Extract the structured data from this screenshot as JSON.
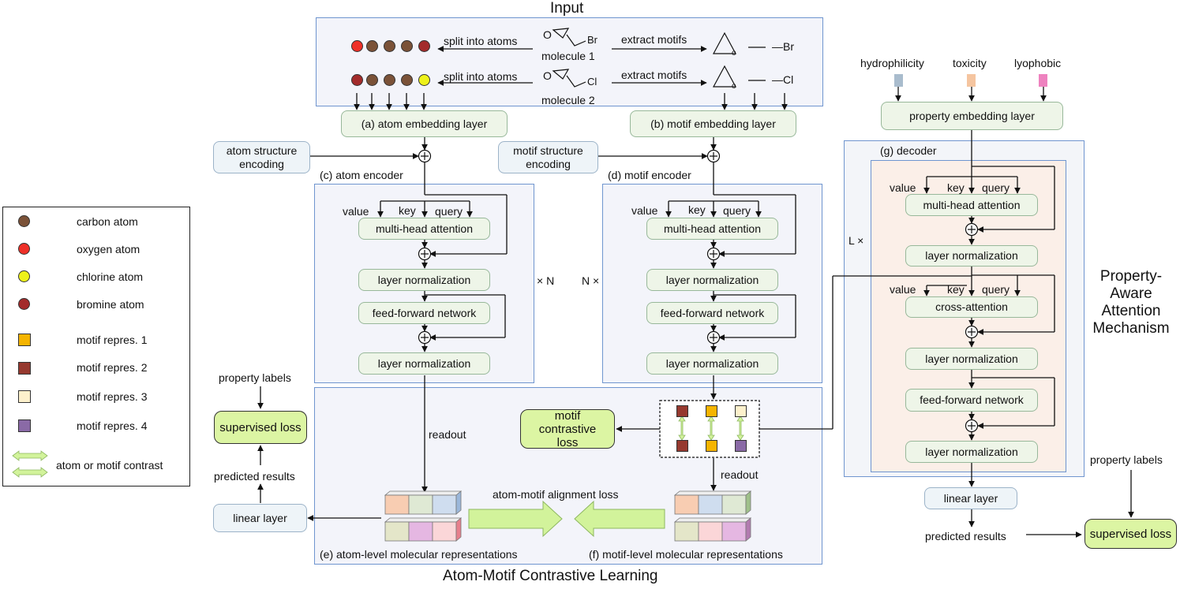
{
  "colors": {
    "carbon": "#7b5238",
    "oxygen": "#ee3028",
    "chlorine": "#eef21a",
    "bromine": "#a32b2b",
    "motif1": "#f5b400",
    "motif2": "#96392f",
    "motif3": "#fdf1cc",
    "motif4": "#8a6aa6",
    "hydrophilicity": "#a9bccd",
    "toxicity": "#f5c5a0",
    "lyophobic": "#ee82bf"
  },
  "input": {
    "title": "Input",
    "split_label": "split into atoms",
    "extract_label": "extract motifs",
    "molecule1": "molecule 1",
    "molecule2": "molecule 2",
    "mol1_o": "O",
    "mol1_x": "Br",
    "mol2_o": "O",
    "mol2_x": "Cl",
    "motif_o": "o",
    "motif1_x": "—Br",
    "motif2_x": "—Cl"
  },
  "embed": {
    "atom": "(a) atom embedding layer",
    "motif": "(b) motif embedding layer",
    "atom_struct": "atom structure encoding",
    "motif_struct": "motif structure encoding"
  },
  "atom_encoder": {
    "title": "(c) atom encoder",
    "value": "value",
    "key": "key",
    "query": "query",
    "mha": "multi-head attention",
    "ln1": "layer normalization",
    "ffn": "feed-forward network",
    "ln2": "layer normalization",
    "repeat": "× N"
  },
  "motif_encoder": {
    "title": "(d) motif encoder",
    "value": "value",
    "key": "key",
    "query": "query",
    "mha": "multi-head attention",
    "ln1": "layer normalization",
    "ffn": "feed-forward network",
    "ln2": "layer normalization",
    "repeat": "N ×"
  },
  "legend": {
    "carbon": "carbon atom",
    "oxygen": "oxygen atom",
    "chlorine": "chlorine atom",
    "bromine": "bromine atom",
    "m1": "motif repres. 1",
    "m2": "motif repres. 2",
    "m3": "motif repres. 3",
    "m4": "motif repres. 4",
    "contrast": "atom or motif contrast"
  },
  "left": {
    "property_labels": "property labels",
    "supervised_loss": "supervised loss",
    "predicted_results": "predicted results",
    "linear_layer": "linear layer"
  },
  "contrastive": {
    "title": "Atom-Motif Contrastive Learning",
    "readout1": "readout",
    "readout2": "readout",
    "motif_loss": "motif contrastive loss",
    "alignment_loss": "atom-motif alignment loss",
    "atom_repr": "(e) atom-level molecular representations",
    "motif_repr": "(f) motif-level molecular representations"
  },
  "decoder": {
    "hydrophilicity": "hydrophilicity",
    "toxicity": "toxicity",
    "lyophobic": "lyophobic",
    "prop_embed": "property embedding layer",
    "title": "(g) decoder",
    "repeat": "L ×",
    "value": "value",
    "key": "key",
    "query": "query",
    "value2": "value",
    "key2": "key",
    "query2": "query",
    "mha": "multi-head attention",
    "ln1": "layer normalization",
    "cross": "cross-attention",
    "ln2": "layer normalization",
    "ffn": "feed-forward network",
    "ln3": "layer normalization",
    "linear": "linear layer",
    "predicted": "predicted results",
    "property_labels": "property labels",
    "supervised_loss": "supervised loss",
    "mechanism": "Property-Aware Attention Mechanism"
  }
}
